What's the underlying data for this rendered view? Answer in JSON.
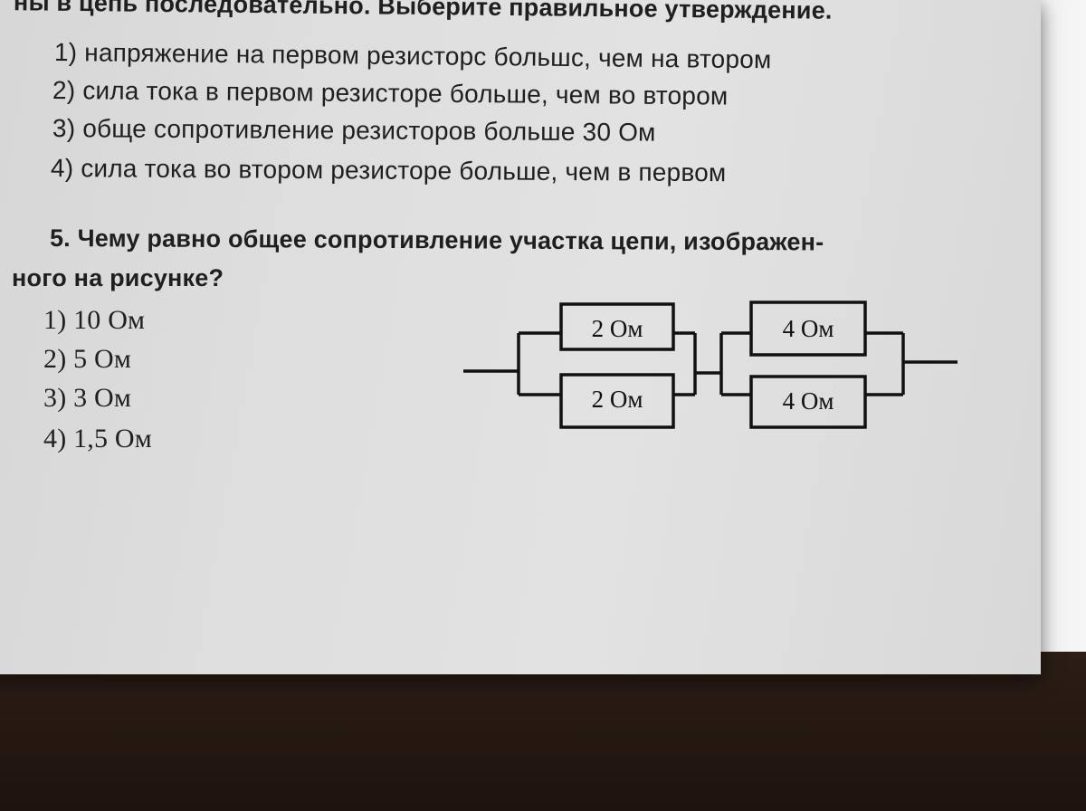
{
  "prev_question": {
    "cut_line": "ны в цепь последовательно. Выберите правильное утверждение.",
    "options": [
      "1) напряжение на первом резисторс большс, чем на втором",
      "2) сила тока в первом резисторе больше, чем во втором",
      "3) обще сопротивление резисторов больше 30 Ом",
      "4) сила тока во втором резисторе больше, чем в первом"
    ]
  },
  "question5": {
    "line1": "5. Чему равно общее сопротивление участка цепи, изображен-",
    "line2": "ного на рисунке?",
    "answers": [
      "1) 10 Ом",
      "2) 5 Ом",
      "3) 3 Ом",
      "4) 1,5 Ом"
    ]
  },
  "circuit": {
    "left_top": "2 Ом",
    "left_bottom": "2 Ом",
    "right_top": "4 Ом",
    "right_bottom": "4 Ом"
  }
}
